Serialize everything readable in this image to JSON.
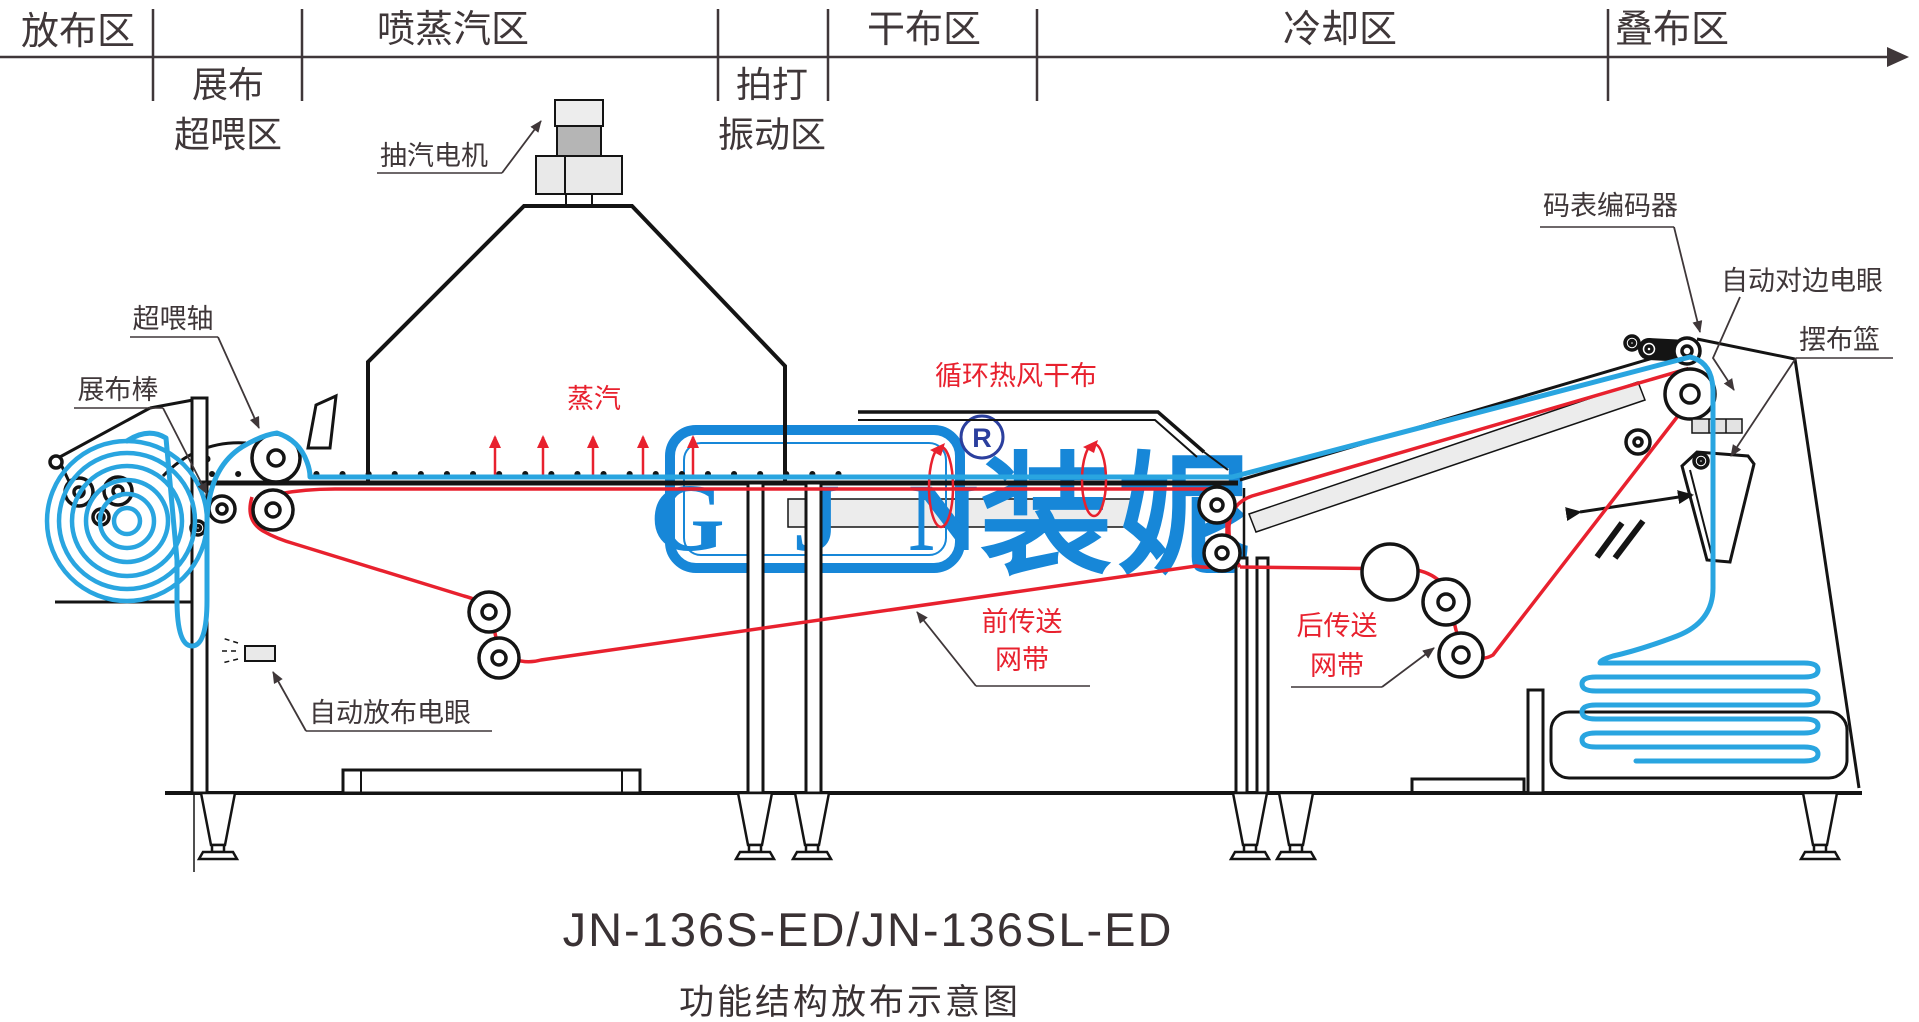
{
  "zone_band": {
    "above": {
      "fangbuqu": "放布区",
      "penzhengqiqu": "喷蒸汽区",
      "ganbuqu": "干布区",
      "lengquequ": "冷却区",
      "diebuqu": "叠布区"
    },
    "below": {
      "zhanbu_line1": "展布",
      "zhanbu_line2": "超喂区",
      "paida_line1": "拍打",
      "paida_line2": "振动区"
    }
  },
  "component_labels": {
    "exhaust_motor": "抽汽电机",
    "overfeed_shaft": "超喂轴",
    "spreader_bar": "展布棒",
    "auto_feed_eye": "自动放布电眼",
    "meter_encoder": "码表编码器",
    "auto_edge_eye": "自动对边电眼",
    "swing_basket": "摆布篮"
  },
  "process_labels": {
    "steam": "蒸汽",
    "hot_air": "循环热风干布",
    "front_belt_line1": "前传送",
    "front_belt_line2": "网带",
    "rear_belt_line1": "后传送",
    "rear_belt_line2": "网带"
  },
  "watermark": {
    "letters": "G J N",
    "registered": "R",
    "brand": "装妮"
  },
  "footer": {
    "model": "JN-136S-ED/JN-136SL-ED",
    "caption": "功能结构放布示意图"
  },
  "colors": {
    "line_black": "#141414",
    "label_dark": "#3f3739",
    "process_red": "#e8212e",
    "fabric_blue": "#29a5e0",
    "watermark_blue": "#1787d8",
    "registered_navy": "#2b3f9e",
    "panel_gray": "#ececec"
  }
}
